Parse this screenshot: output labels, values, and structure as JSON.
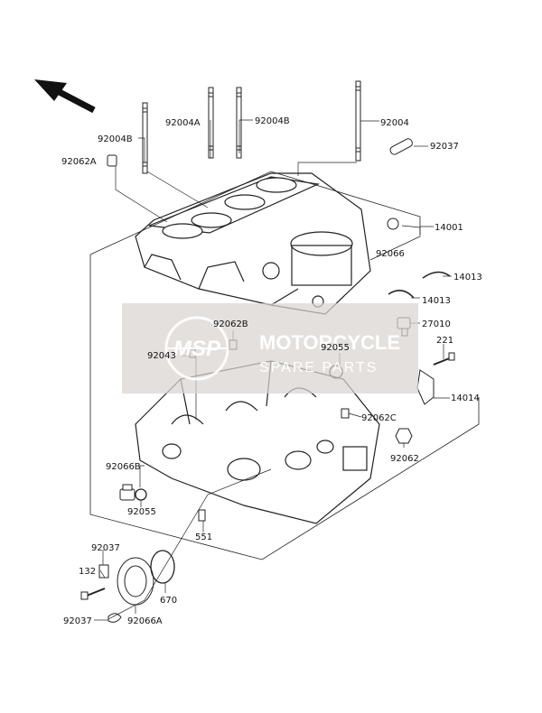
{
  "diagram": {
    "labels": {
      "l92004B_left": "92004B",
      "l92004A": "92004A",
      "l92004B_mid": "92004B",
      "l92004": "92004",
      "l92037_top": "92037",
      "l92062A": "92062A",
      "l92066": "92066",
      "l14001": "14001",
      "l14013_top": "14013",
      "l14013_bot": "14013",
      "l27010": "27010",
      "l221": "221",
      "l14014": "14014",
      "l92062B": "92062B",
      "l92043": "92043",
      "l92055_right": "92055",
      "l92062C": "92062C",
      "l92062": "92062",
      "l92066B": "92066B",
      "l92055_left": "92055",
      "l551": "551",
      "l92037_mid": "92037",
      "l132": "132",
      "l670": "670",
      "l92037_bot": "92037",
      "l92066A": "92066A"
    },
    "watermark": {
      "logo_text": "MSP",
      "line1": "MOTORCYCLE",
      "line2": "SPARE PARTS"
    },
    "colors": {
      "line": "#222222",
      "watermark_bg": "#d9d4d0",
      "watermark_text": "#ffffff"
    }
  }
}
